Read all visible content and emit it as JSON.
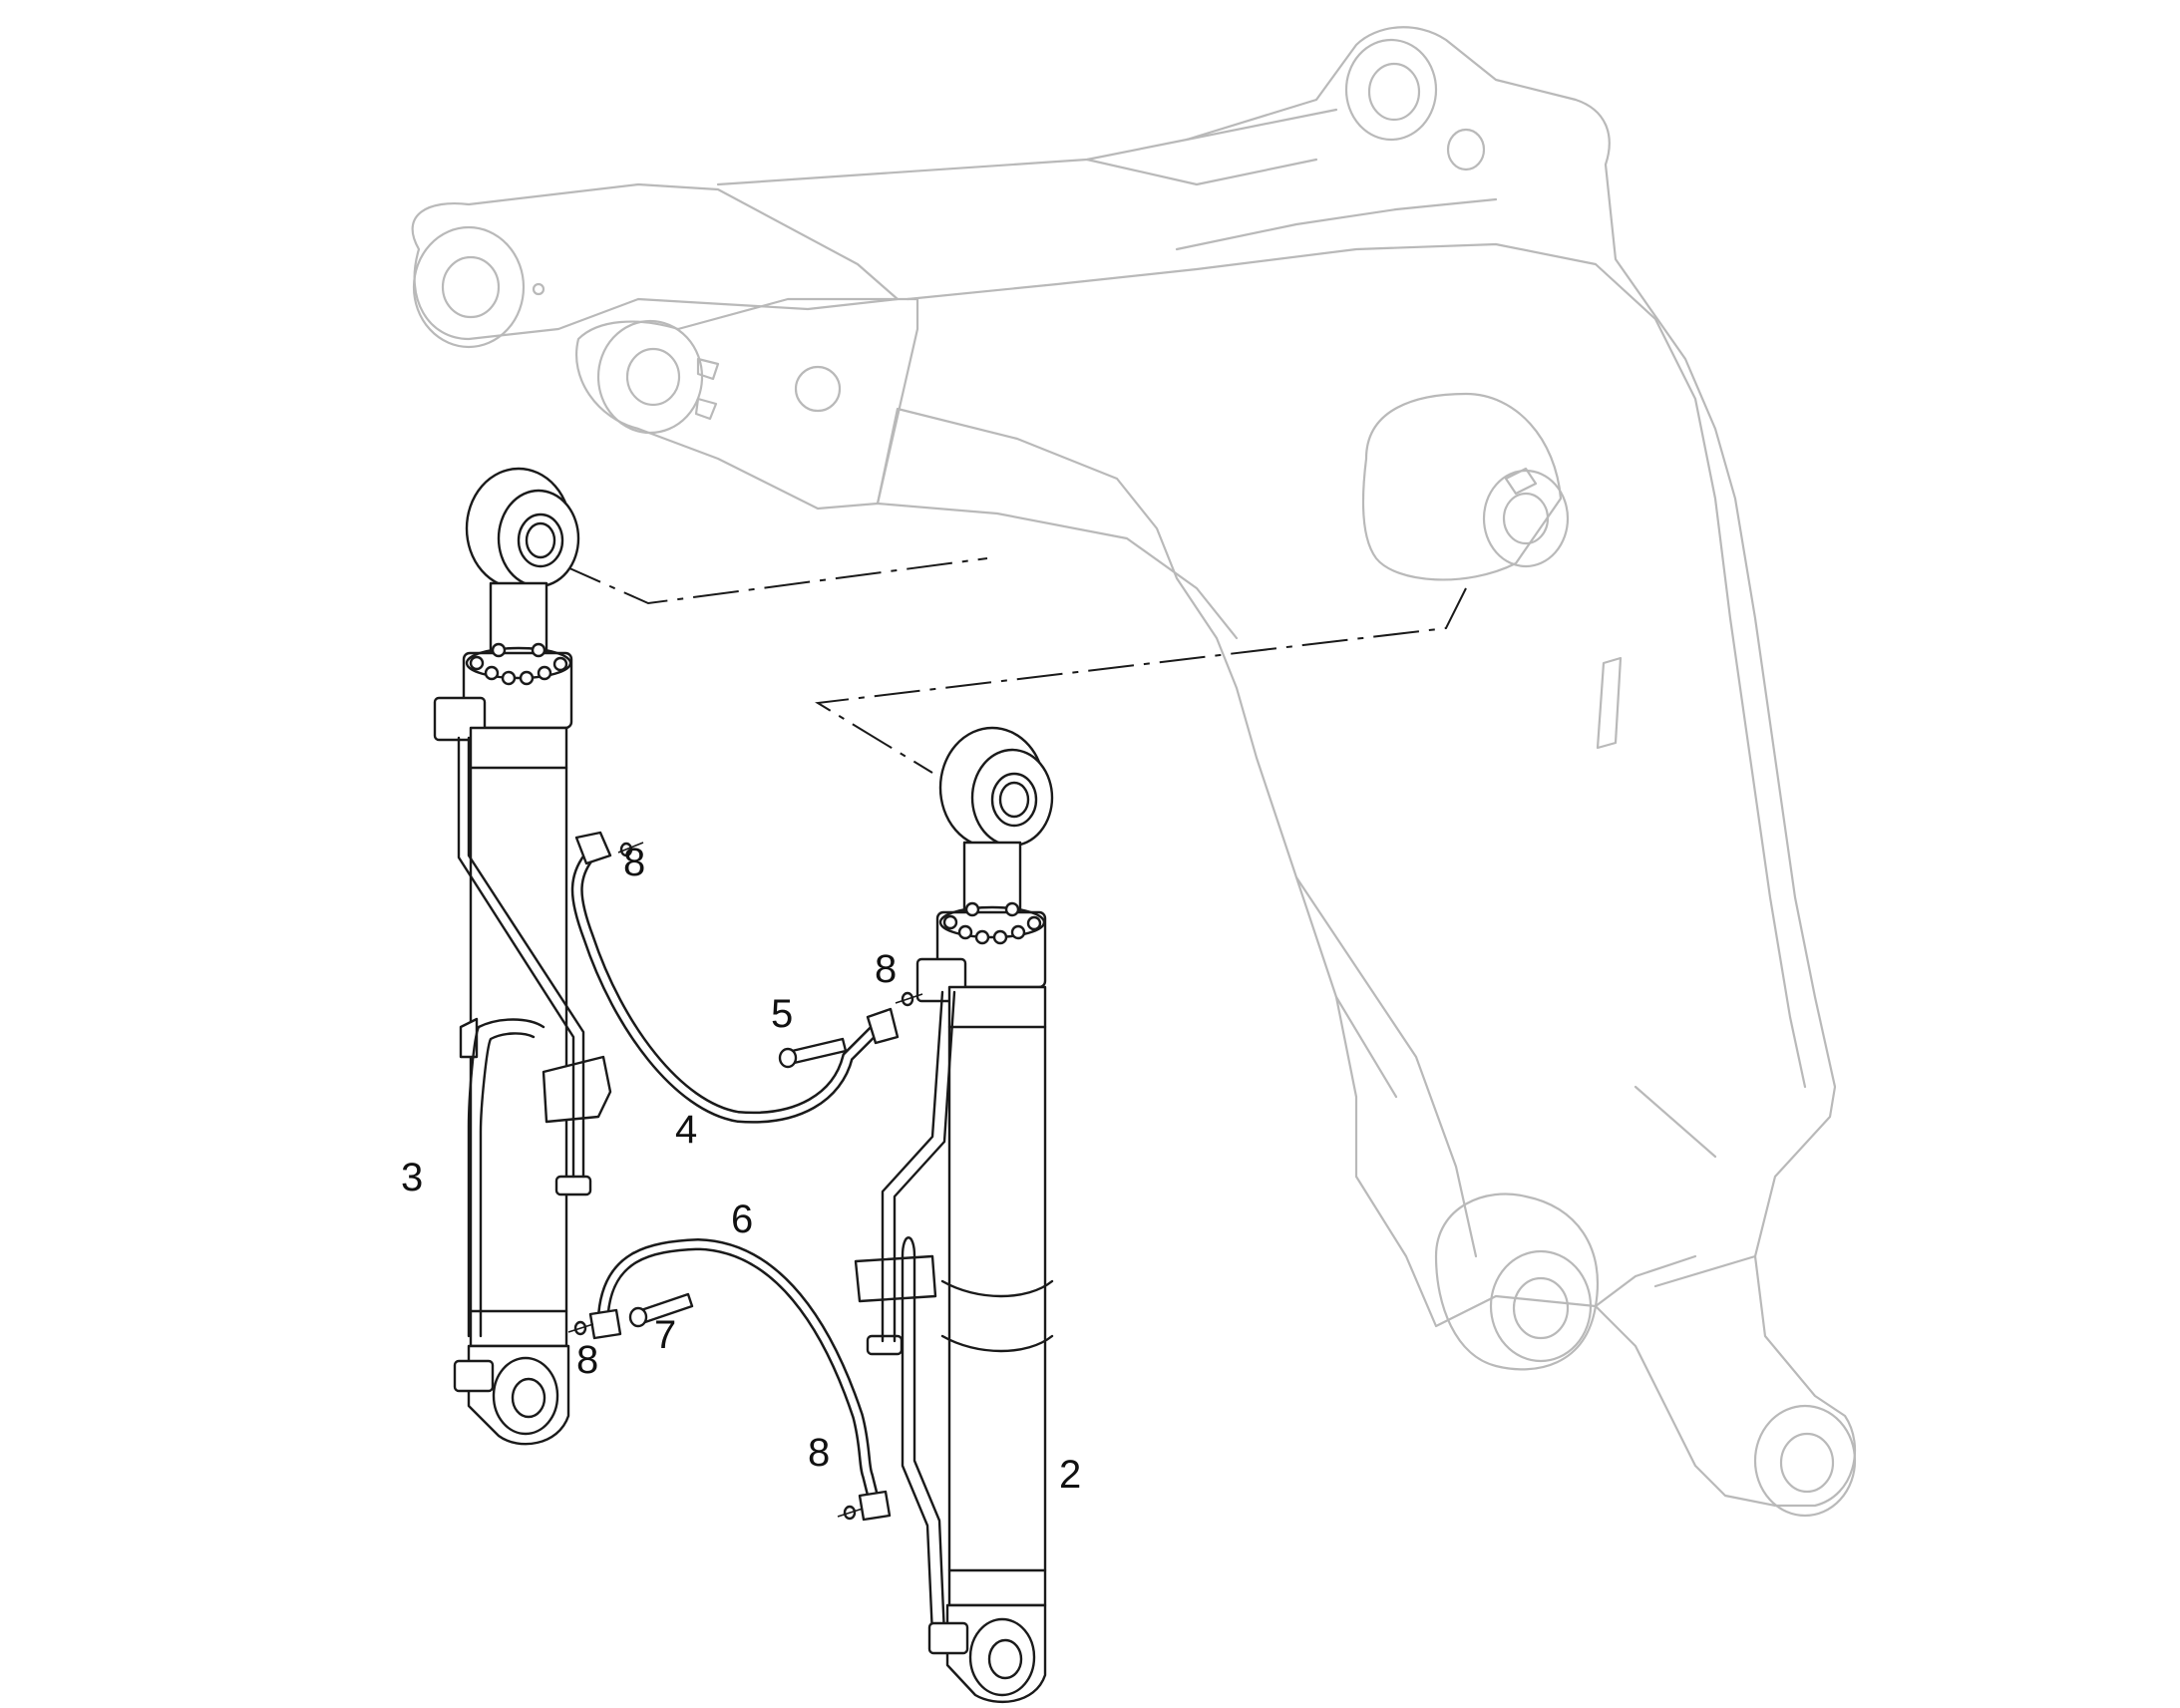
{
  "diagram": {
    "callouts": [
      "8",
      "8",
      "5",
      "4",
      "3",
      "6",
      "7",
      "8",
      "8",
      "2"
    ],
    "colors": {
      "line": "#1a1a1a",
      "ghost": "#b9b9b9",
      "background": "#ffffff"
    }
  }
}
